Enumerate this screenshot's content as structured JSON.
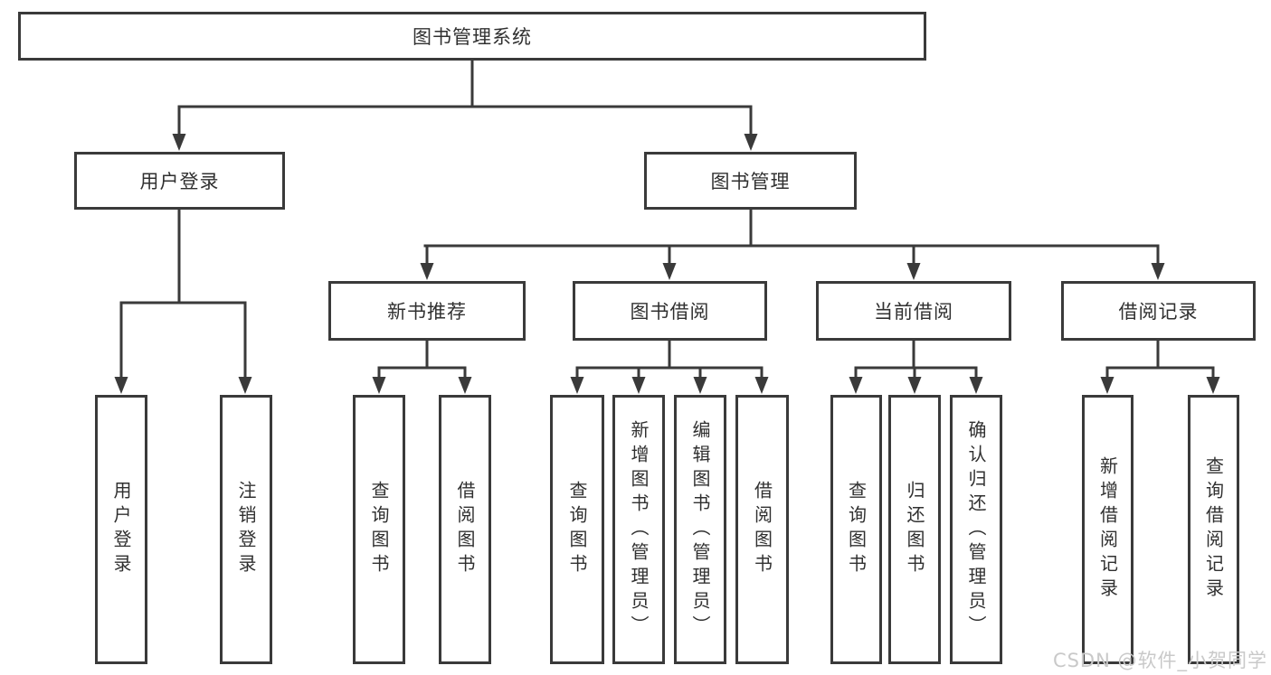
{
  "diagram": {
    "tree": {
      "label": "图书管理系统",
      "children": [
        {
          "label": "用户登录",
          "children": [
            {
              "label": "用户登录"
            },
            {
              "label": "注销登录"
            }
          ]
        },
        {
          "label": "图书管理",
          "children": [
            {
              "label": "新书推荐",
              "children": [
                {
                  "label": "查询图书"
                },
                {
                  "label": "借阅图书"
                }
              ]
            },
            {
              "label": "图书借阅",
              "children": [
                {
                  "label": "查询图书"
                },
                {
                  "label": "新增图书（管理员）"
                },
                {
                  "label": "编辑图书（管理员）"
                },
                {
                  "label": "借阅图书"
                }
              ]
            },
            {
              "label": "当前借阅",
              "children": [
                {
                  "label": "查询图书"
                },
                {
                  "label": "归还图书"
                },
                {
                  "label": "确认归还（管理员）"
                }
              ]
            },
            {
              "label": "借阅记录",
              "children": [
                {
                  "label": "新增借阅记录"
                },
                {
                  "label": "查询借阅记录"
                }
              ]
            }
          ]
        }
      ]
    },
    "watermark": "CSDN @软件_小贺同学",
    "colors": {
      "line": "#3a3a3a",
      "box_background": "#ffffff",
      "text": "#303030",
      "watermark": "#c9c9c9"
    }
  }
}
